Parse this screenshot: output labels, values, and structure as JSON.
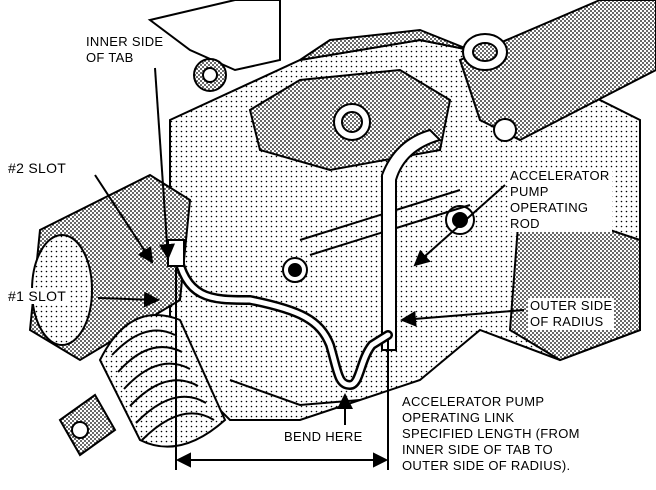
{
  "labels": {
    "inner_side_of_tab": [
      "INNER SIDE",
      "OF TAB"
    ],
    "slot2": "#2 SLOT",
    "slot1": "#1 SLOT",
    "accel_pump_rod": [
      "ACCELERATOR",
      "PUMP",
      "OPERATING",
      "ROD"
    ],
    "outer_side_of_radius": [
      "OUTER SIDE",
      "OF RADIUS"
    ],
    "bend_here": "BEND HERE",
    "specified_length": [
      "ACCELERATOR PUMP",
      "OPERATING LINK",
      "SPECIFIED LENGTH (FROM",
      "INNER SIDE OF TAB TO",
      "OUTER SIDE OF RADIUS)."
    ]
  },
  "colors": {
    "ink": "#000000",
    "paper": "#ffffff",
    "shade": "#6e6e6e"
  }
}
